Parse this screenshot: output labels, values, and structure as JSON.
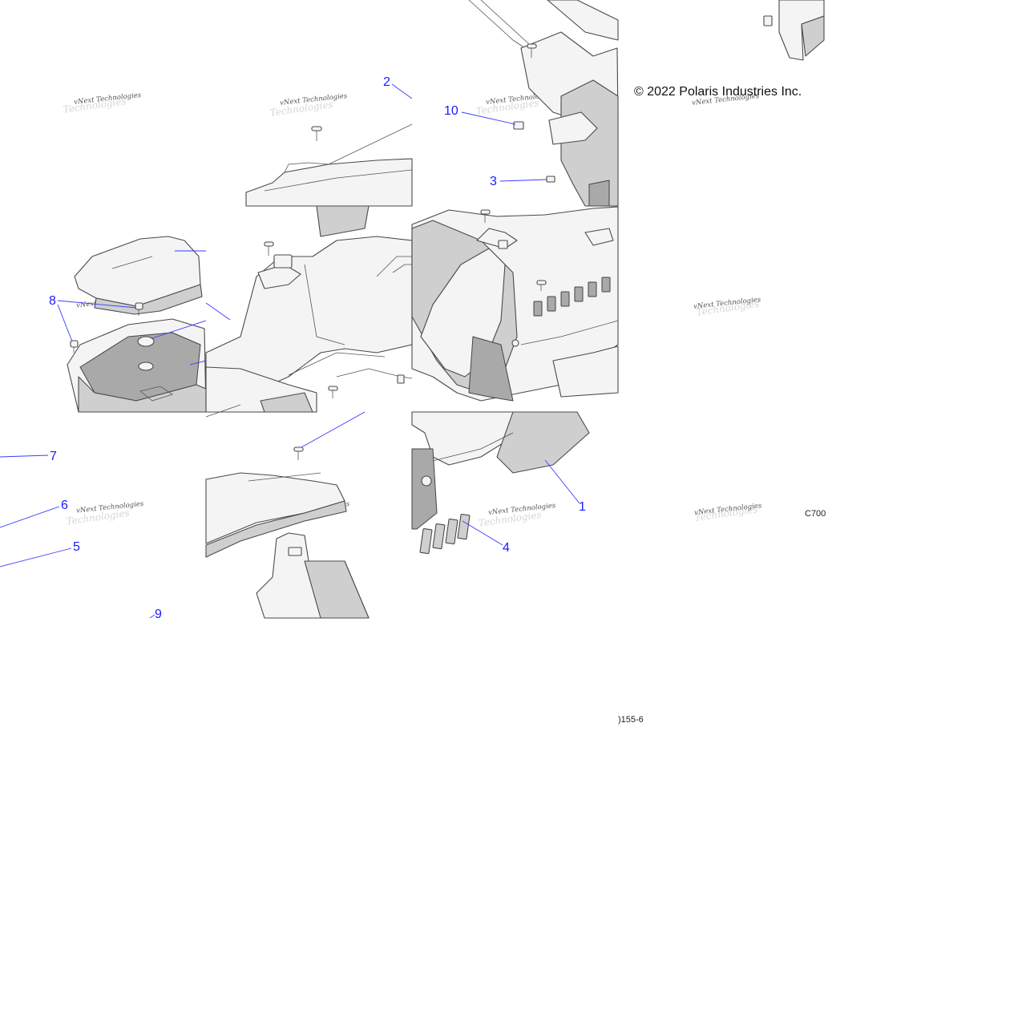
{
  "copyright": "© 2022 Polaris Industries Inc.",
  "figure_code_a": "C700",
  "figure_code_b": ")155-6",
  "watermark": "vNext Technologies",
  "callouts": [
    "1",
    "2",
    "3",
    "4",
    "5",
    "6",
    "7",
    "8",
    "9",
    "10"
  ],
  "colors": {
    "callout": "#1a1aff",
    "leader": "#3a3aff",
    "line_art": "#4a4a4a"
  }
}
